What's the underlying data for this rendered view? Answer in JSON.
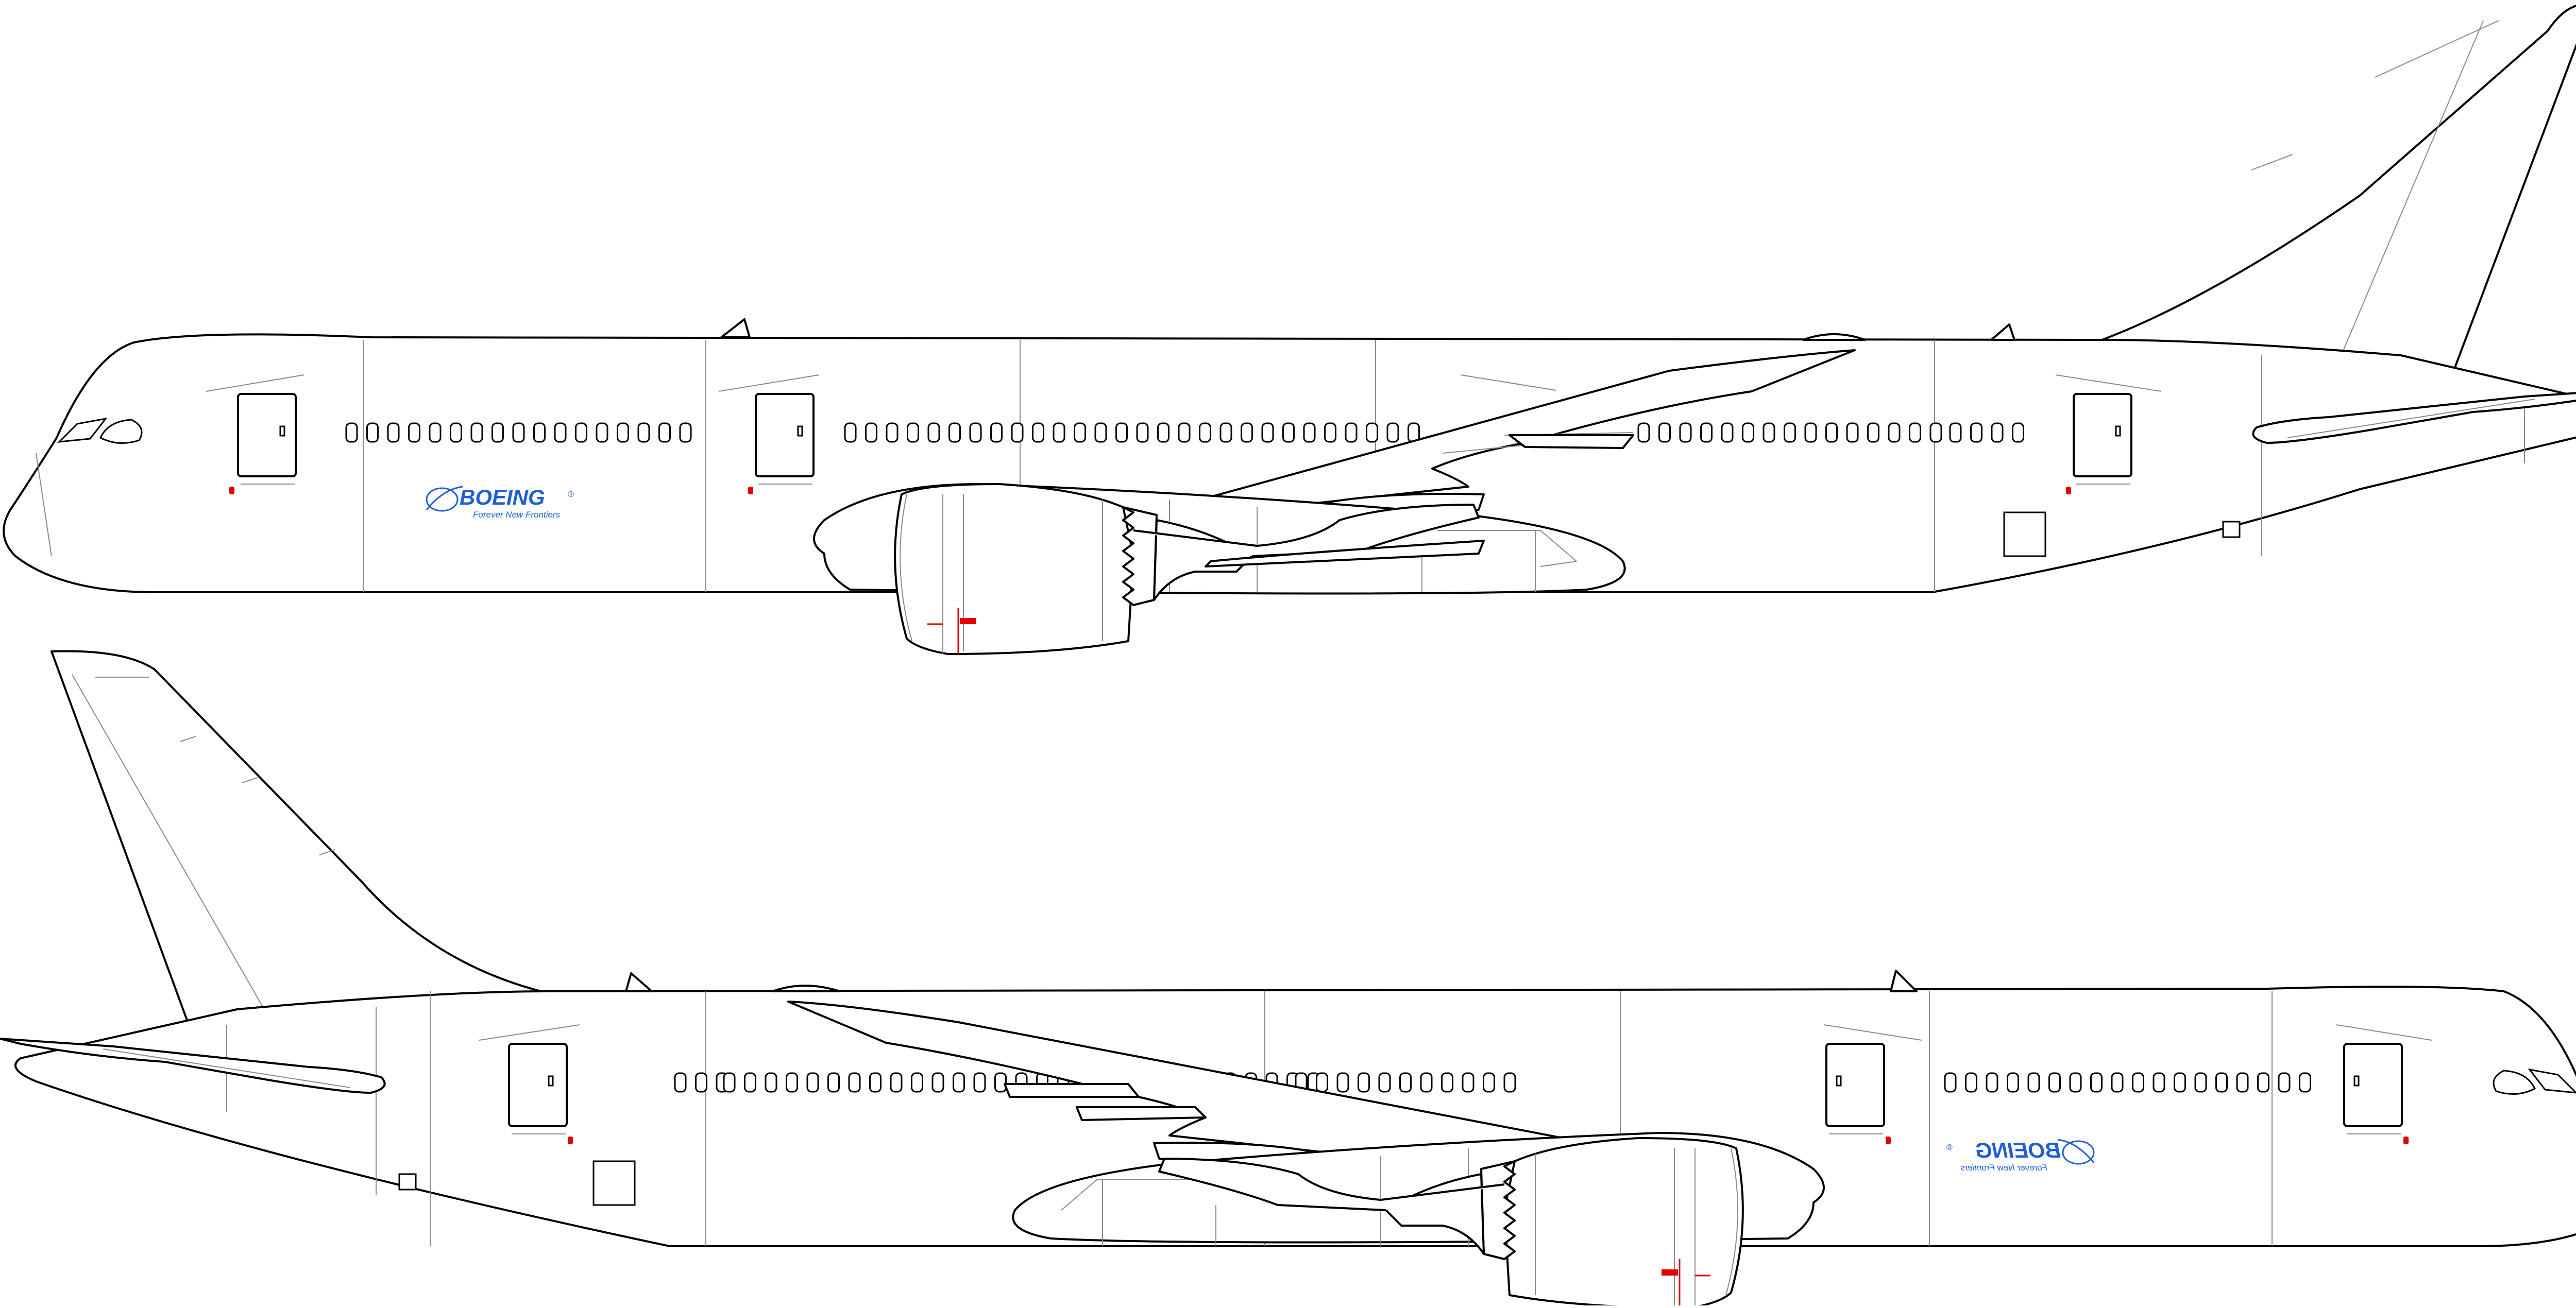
{
  "brand": {
    "logo_text": "BOEING",
    "registered_mark": "®",
    "tagline": "Forever New Frontiers",
    "logo_color": "#1f5fd6"
  },
  "colors": {
    "fuselage_outline": "#000000",
    "panel_lines": "#8a8a8a",
    "markings": "#e00000",
    "background": "#ffffff"
  },
  "views": [
    {
      "id": "left-side-view",
      "facing": "left"
    },
    {
      "id": "right-side-view",
      "facing": "right"
    }
  ]
}
